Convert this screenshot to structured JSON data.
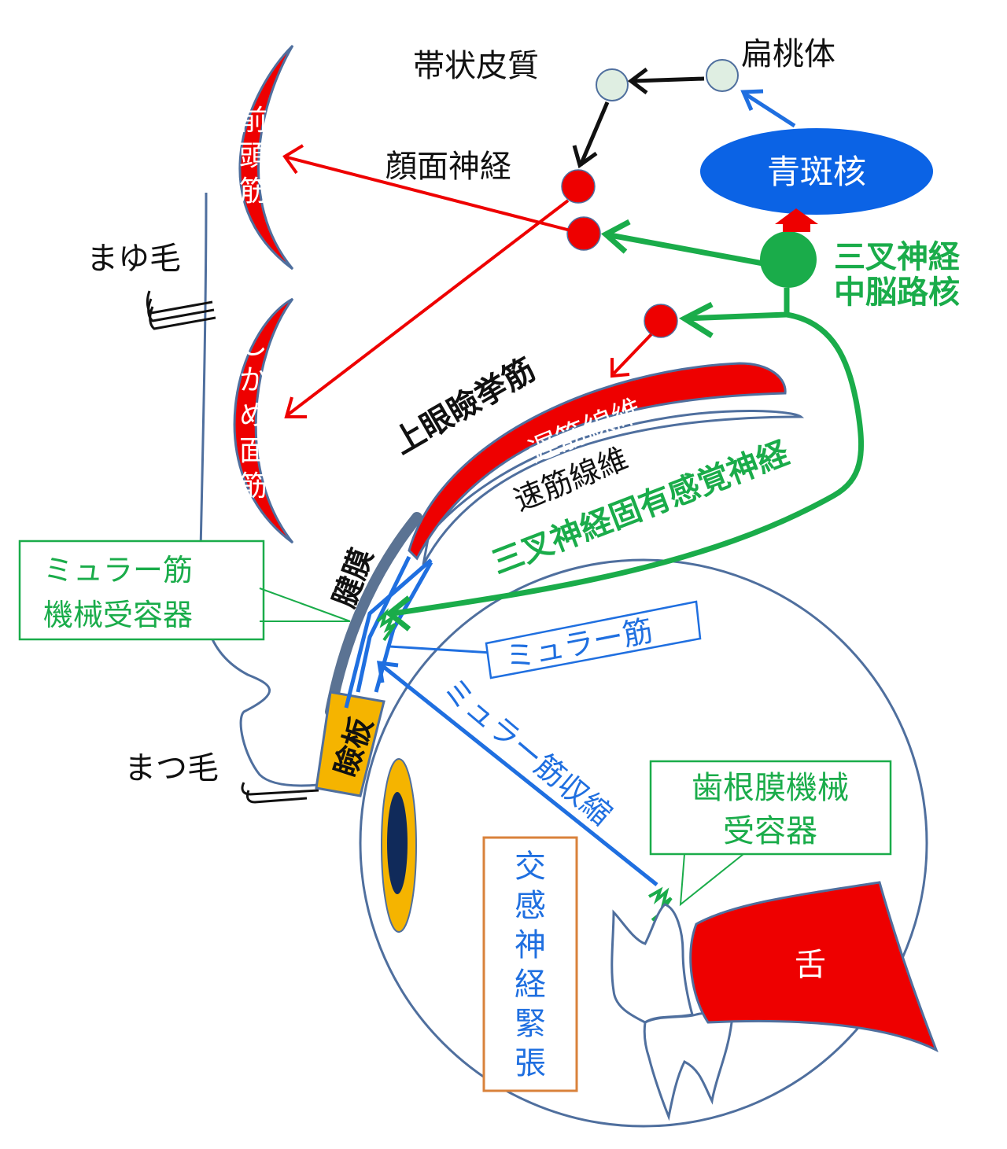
{
  "colors": {
    "red": "#ee0000",
    "green": "#1aac4a",
    "blue": "#1f6fe0",
    "black": "#111111",
    "orange": "#f5b400",
    "outline": "#4f6f9e",
    "box_orange": "#d9823b",
    "node": "#dfeee2",
    "locus_blue": "#0b63e5"
  },
  "labels": {
    "cingulate": "帯状皮質",
    "amygdala": "扁桃体",
    "facial_nerve": "顔面神経",
    "locus_coeruleus": "青斑核",
    "trigeminal_mesencephalic_1": "三叉神経",
    "trigeminal_mesencephalic_2": "中脳路核",
    "frontalis": [
      "前",
      "頭",
      "筋"
    ],
    "corrugator": [
      "し",
      "か",
      "め",
      "面",
      "筋"
    ],
    "eyebrow": "まゆ毛",
    "eyelash": "まつ毛",
    "levator": "上眼瞼挙筋",
    "slow_fibers": "遅筋線維",
    "fast_fibers": "速筋線維",
    "trigeminal_proprioceptive": "三叉神経固有感覚神経",
    "aponeurosis": "腱膜",
    "tarsus": "瞼板",
    "muller_mech_1": "ミュラー筋",
    "muller_mech_2": "機械受容器",
    "muller_muscle": "ミュラー筋",
    "muller_contraction": "ミュラー筋収縮",
    "periodontal_1": "歯根膜機械",
    "periodontal_2": "受容器",
    "sympathetic": [
      "交",
      "感",
      "神",
      "経",
      "緊",
      "張"
    ],
    "tongue": "舌"
  }
}
